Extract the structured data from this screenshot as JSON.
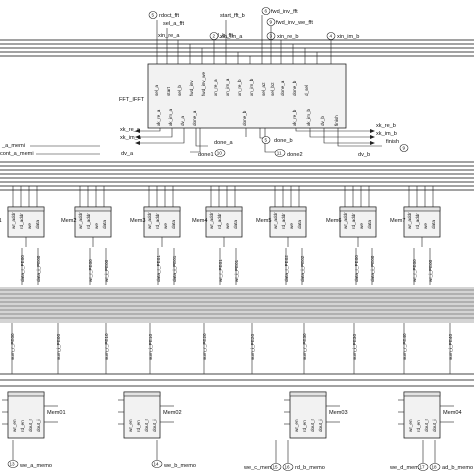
{
  "fft": {
    "block_name": "FFT_IFFT",
    "inputs_top": [
      {
        "num": "5",
        "label": "rdoct_fft"
      },
      {
        "num": "",
        "label": "sel_a_fft"
      },
      {
        "num": "",
        "label": "start_fft_b"
      },
      {
        "num": "",
        "label": "sel_b_fft"
      },
      {
        "num": "6",
        "label": "fwd_inv_fft"
      },
      {
        "num": "9",
        "label": "fwd_inv_we_fft"
      },
      {
        "num": "2",
        "label": "xin_im_a"
      },
      {
        "num": "3",
        "label": "xin_re_b"
      },
      {
        "num": "4",
        "label": "xin_im_b"
      },
      {
        "num": "",
        "label": "xin_re_a"
      }
    ],
    "ports_in": [
      "sel_a",
      "start",
      "sel_b",
      "fwd_inv",
      "fwd_inv_we",
      "xn_re_a",
      "xn_im_a",
      "xn_re_b",
      "xn_im_b",
      "sel_a2",
      "sel_b2",
      "done_a",
      "done_b",
      "d_sel"
    ],
    "ports_out": [
      "xk_re_a",
      "xk_im_a",
      "dv_a",
      "done_a",
      "done_b",
      "xk_re_b",
      "xk_im_b",
      "dv_b",
      "finish"
    ],
    "outputs": [
      {
        "num": "",
        "label": "xk_re_a"
      },
      {
        "num": "",
        "label": "xk_im_a"
      },
      {
        "num": "",
        "label": "dv_a"
      },
      {
        "num": "",
        "label": "done_a"
      },
      {
        "num": "10",
        "label": "done1"
      },
      {
        "num": "5",
        "label": "done_b"
      },
      {
        "num": "11",
        "label": "done2"
      },
      {
        "num": "",
        "label": "xk_re_b"
      },
      {
        "num": "",
        "label": "xk_im_b"
      },
      {
        "num": "",
        "label": "dv_b"
      },
      {
        "num": "9",
        "label": "finish"
      }
    ]
  },
  "left_labels": [
    "_a_memi",
    "cont_a_memi"
  ],
  "mem_row1": [
    {
      "name": "m1",
      "ports": [
        "wr_addr",
        "rd_addr",
        "we",
        "data"
      ]
    },
    {
      "name": "Mem2",
      "ports": [
        "wr_addr",
        "rd_addr",
        "we",
        "data"
      ]
    },
    {
      "name": "Mem3",
      "ports": [
        "wr_addr",
        "rd_addr",
        "we",
        "data"
      ]
    },
    {
      "name": "Mem4",
      "ports": [
        "wr_addr",
        "rd_addr",
        "we",
        "data"
      ]
    },
    {
      "name": "Mem5",
      "ports": [
        "wr_addr",
        "rd_addr",
        "we",
        "data"
      ]
    },
    {
      "name": "Mem6",
      "ports": [
        "wr_addr",
        "rd_addr",
        "we",
        "data"
      ]
    },
    {
      "name": "Mem7",
      "ports": [
        "wr_addr",
        "rd_addr",
        "we",
        "data"
      ]
    }
  ],
  "vertical_labels_row1": [
    "data_r_PE00",
    "data_i_PE00",
    "wr_r_PE00",
    "wr_i_PE00",
    "data_r_PE01",
    "data_i_PE01",
    "wr_r_PE01",
    "wr_i_PE01",
    "data_r_PE02",
    "data_i_PE02"
  ],
  "vertical_labels_row2": [
    "sum_r_PE00",
    "sum_i_PE00",
    "sum_r_PE10",
    "sum_i_PE10",
    "sum_r_PE20",
    "sum_i_PE20",
    "sum_r_PE30",
    "sum_i_PE30",
    "sum_r_PE40",
    "sum_i_PE40"
  ],
  "mem_row2": [
    {
      "name": "Mem01",
      "ports": [
        "wr_en",
        "rd_en",
        "dout_r",
        "dout_i"
      ]
    },
    {
      "name": "Mem02",
      "ports": [
        "wr_en",
        "rd_en",
        "dout_r",
        "dout_i"
      ]
    },
    {
      "name": "Mem03",
      "ports": [
        "wr_en",
        "rd_en",
        "dout_r",
        "dout_i"
      ]
    },
    {
      "name": "Mem04",
      "ports": [
        "wr_en",
        "rd_en",
        "dout_r",
        "dout_i"
      ]
    }
  ],
  "bottom_outputs": [
    {
      "num": "13",
      "label": "we_a_memo"
    },
    {
      "num": "14",
      "label": "we_b_memo"
    },
    {
      "num": "15",
      "label": "we_c_memo"
    },
    {
      "num": "16",
      "label": "rd_b_memo"
    },
    {
      "num": "17",
      "label": "we_d_memo"
    },
    {
      "num": "18",
      "label": "ad_b_memo"
    }
  ]
}
